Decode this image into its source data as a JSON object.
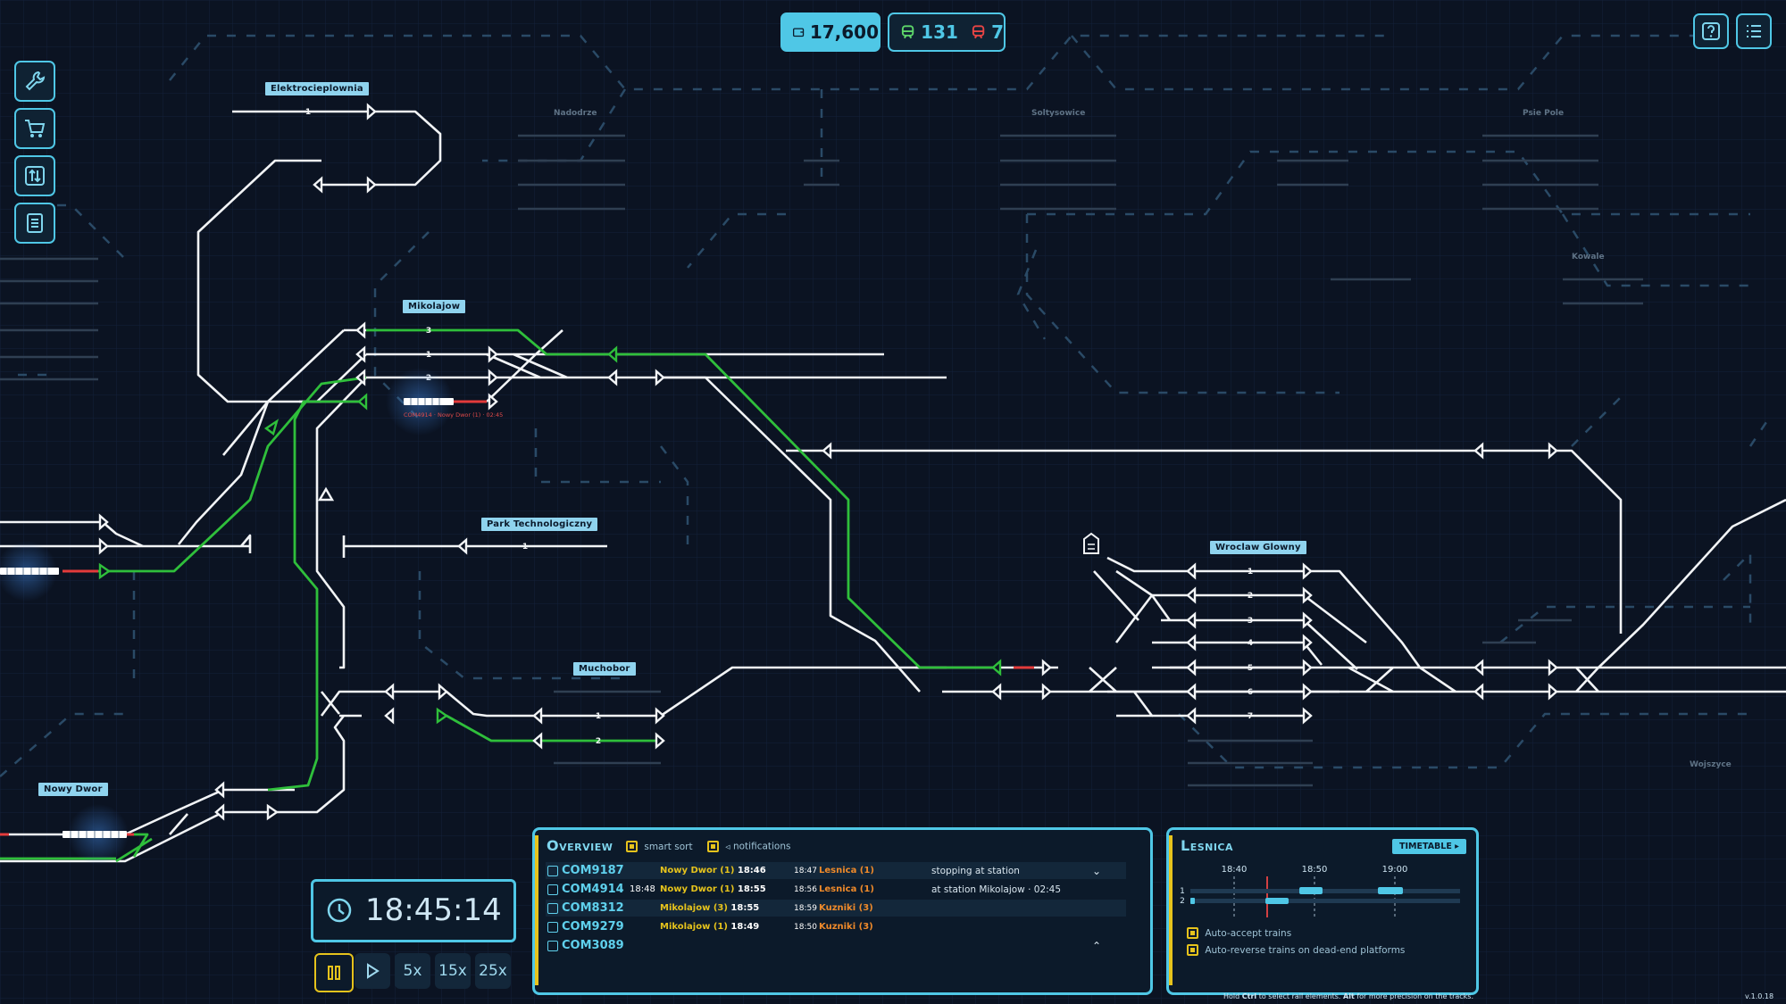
{
  "hud": {
    "money": "17,600",
    "trains_ok": "131",
    "trains_bad": "7"
  },
  "stations": {
    "elektrocieplownia": "Elektrocieplownia",
    "mikolajow": "Mikolajow",
    "park": "Park Technologiczny",
    "muchobor": "Muchobor",
    "wroclaw": "Wroclaw Glowny",
    "nowy_dwor": "Nowy Dwor",
    "nadodrze": "Nadodrze",
    "soltysowice": "Soltysowice",
    "psie_pole": "Psie Pole",
    "kowale": "Kowale",
    "wojszyce": "Wojszyce"
  },
  "track_labels": {
    "m3": "3",
    "m1": "1",
    "m2": "2",
    "w1": "1",
    "w2": "2",
    "w3": "3",
    "w4": "4",
    "w5": "5",
    "w6": "6",
    "w7": "7",
    "mu1": "1",
    "mu2": "2",
    "p1": "1",
    "e1": "1"
  },
  "train_tag": "COM4914 · Nowy Dwor (1) · 02:45",
  "clock": {
    "time": "18:45:14"
  },
  "speed": {
    "s5": "5x",
    "s15": "15x",
    "s25": "25x"
  },
  "overview": {
    "title": "Overview",
    "smart_sort": "smart sort",
    "notifications": "notifications",
    "rows": [
      {
        "id": "COM9187",
        "dep_time": "",
        "from": "Nowy Dwor (1)",
        "from_time": "18:46",
        "arr_time": "18:47",
        "to": "Lesnica (1)",
        "status": "stopping at station",
        "chev": "⌄"
      },
      {
        "id": "COM4914",
        "dep_time": "18:48",
        "from": "Nowy Dwor (1)",
        "from_time": "18:55",
        "arr_time": "18:56",
        "to": "Lesnica (1)",
        "status": "at station Mikolajow · 02:45",
        "chev": ""
      },
      {
        "id": "COM8312",
        "dep_time": "",
        "from": "Mikolajow (3)",
        "from_time": "18:55",
        "arr_time": "18:59",
        "to": "Kuzniki (3)",
        "status": "",
        "chev": ""
      },
      {
        "id": "COM9279",
        "dep_time": "",
        "from": "Mikolajow (1)",
        "from_time": "18:49",
        "arr_time": "18:50",
        "to": "Kuzniki (3)",
        "status": "",
        "chev": ""
      },
      {
        "id": "COM3089",
        "dep_time": "",
        "from": "",
        "from_time": "",
        "arr_time": "",
        "to": "",
        "status": "",
        "chev": "⌃"
      }
    ]
  },
  "lesnica": {
    "title": "Lesnica",
    "timetable_btn": "TIMETABLE ▸",
    "times": [
      "18:40",
      "18:50",
      "19:00"
    ],
    "platforms": [
      "1",
      "2"
    ],
    "auto_accept": "Auto-accept trains",
    "auto_reverse": "Auto-reverse trains on dead-end platforms"
  },
  "footer": {
    "hint_a": "Hold ",
    "hint_ctrl": "Ctrl",
    "hint_b": " to select rail elements. ",
    "hint_alt": "Alt",
    "hint_c": " for more precision on the tracks.",
    "version": "v.1.0.18"
  }
}
